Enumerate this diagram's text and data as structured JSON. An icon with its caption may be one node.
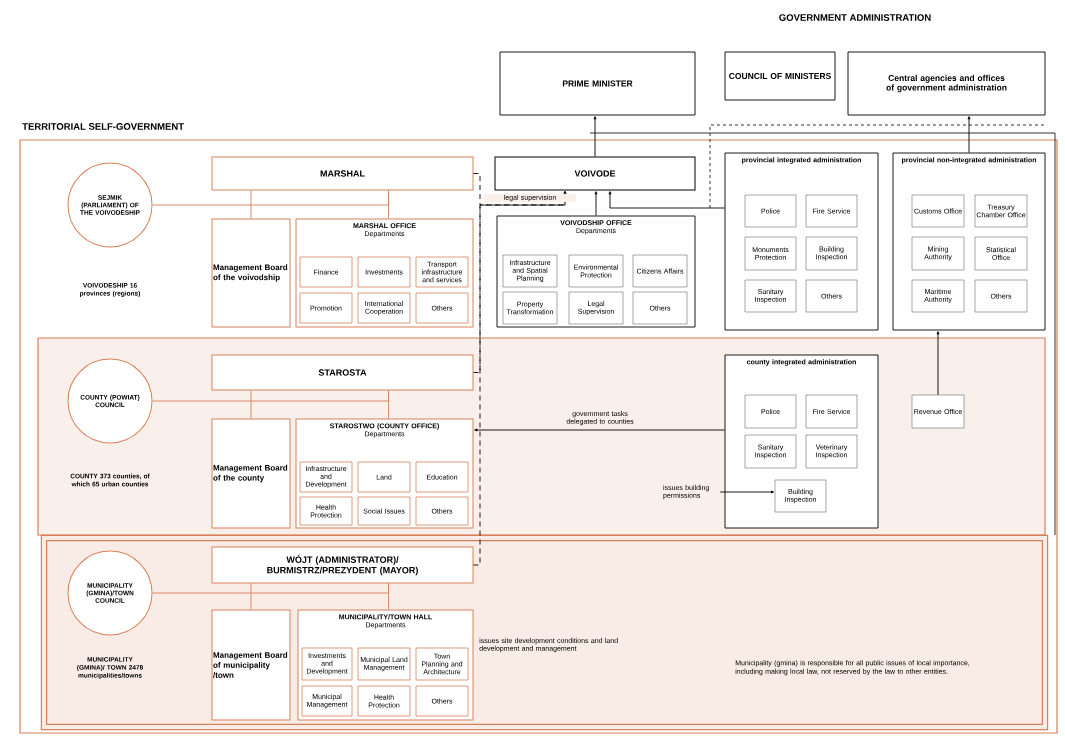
{
  "diagram": {
    "nodes": [
      {
        "text": [
          "TERRITORIAL SELF-GOVERNMENT"
        ]
      },
      {
        "text": [
          "PRIME MINISTER"
        ]
      },
      {
        "text": [
          "COUNCIL OF MINISTERS"
        ]
      },
      {
        "text": [
          "Central agencies and offices of government administration"
        ]
      },
      {
        "text": [
          "SEJMIK (PARLIAMENT) OF THE VOIVODESHIP"
        ],
        "in": 0
      },
      {
        "text": [
          "MARSHAL"
        ],
        "in": 0
      },
      {
        "text": [
          "Management Board of the voivodship"
        ],
        "in": 0
      },
      {
        "text": [
          "MARSHAL OFFICE",
          "Departments"
        ],
        "in": 0
      },
      {
        "text": [
          "Finance"
        ],
        "in": 7
      },
      {
        "text": [
          "Investments"
        ],
        "in": 7
      },
      {
        "text": [
          "Transport infrastructure and services"
        ],
        "in": 7
      },
      {
        "text": [
          "Promotion"
        ],
        "in": 7
      },
      {
        "text": [
          "International Cooperation"
        ],
        "in": 7
      },
      {
        "text": [
          "Others"
        ],
        "in": 7
      },
      {
        "text": [
          "VOIVODE"
        ],
        "in": 0
      },
      {
        "text": [
          "VOIVODSHIP OFFICE",
          "Departments"
        ],
        "in": 0
      },
      {
        "text": [
          "Infrastructure and Spatial Planning"
        ],
        "in": 15
      },
      {
        "text": [
          "Environmental Protection"
        ],
        "in": 15
      },
      {
        "text": [
          "Citizens Affairs"
        ],
        "in": 15
      },
      {
        "text": [
          "Property Transformation"
        ],
        "in": 15
      },
      {
        "text": [
          "Legal Supervision"
        ],
        "in": 15
      },
      {
        "text": [
          "Others"
        ],
        "in": 15
      },
      {
        "text": [
          "provincial integrated administration"
        ],
        "in": 0
      },
      {
        "text": [
          "Police"
        ],
        "in": 22
      },
      {
        "text": [
          "Fire Service"
        ],
        "in": 22
      },
      {
        "text": [
          "Monuments Protection"
        ],
        "in": 22
      },
      {
        "text": [
          "Building Inspection"
        ],
        "in": 22
      },
      {
        "text": [
          "Sanitary Inspection"
        ],
        "in": 22
      },
      {
        "text": [
          "Others"
        ],
        "in": 22
      },
      {
        "text": [
          "provincial non-integrated administration"
        ],
        "in": 0
      },
      {
        "text": [
          "Customs Office"
        ],
        "in": 29
      },
      {
        "text": [
          "Treasury Chamber Office"
        ],
        "in": 29
      },
      {
        "text": [
          "Mining Authority"
        ],
        "in": 29
      },
      {
        "text": [
          "Statistical Office"
        ],
        "in": 29
      },
      {
        "text": [
          "Maritime Authority"
        ],
        "in": 29
      },
      {
        "text": [
          "Others"
        ],
        "in": 29
      },
      {
        "text": [
          "COUNTY 373 counties, of which 65 urban counties"
        ],
        "in": 0
      },
      {
        "text": [
          "COUNTY (POWIAT) COUNCIL"
        ],
        "in": 36
      },
      {
        "text": [
          "STAROSTA"
        ],
        "in": 36
      },
      {
        "text": [
          "Management Board of the county"
        ],
        "in": 36
      },
      {
        "text": [
          "STAROSTWO (COUNTY OFFICE)",
          "Departments"
        ],
        "in": 36
      },
      {
        "text": [
          "Infrastructure and Development"
        ],
        "in": 40
      },
      {
        "text": [
          "Land"
        ],
        "in": 40
      },
      {
        "text": [
          "Education"
        ],
        "in": 40
      },
      {
        "text": [
          "Health Protection"
        ],
        "in": 40
      },
      {
        "text": [
          "Social Issues"
        ],
        "in": 40
      },
      {
        "text": [
          "Others"
        ],
        "in": 40
      },
      {
        "text": [
          "county integrated administration"
        ],
        "in": 36
      },
      {
        "text": [
          "Police"
        ],
        "in": 47
      },
      {
        "text": [
          "Fire Service"
        ],
        "in": 47
      },
      {
        "text": [
          "Sanitary Inspection"
        ],
        "in": 47
      },
      {
        "text": [
          "Veterinary Inspection"
        ],
        "in": 47
      },
      {
        "text": [
          "Building Inspection"
        ],
        "in": 47
      },
      {
        "text": [
          "Revenue Office"
        ],
        "in": 36
      },
      {
        "text": [
          "issues building permissions"
        ],
        "in": 36
      },
      {
        "text": [
          "MUNICIPALITY (GMINA)/ TOWN 2478 municipalities/towns"
        ],
        "in": 0
      },
      {
        "text": [
          "MUNICIPALITY (GMINA)/TOWN COUNCIL"
        ],
        "in": 55
      },
      {
        "text": [
          "WÓJT (ADMINISTRATOR)/ BURMISTRZ/PREZYDENT (MAYOR)"
        ],
        "in": 55
      },
      {
        "text": [
          "Management Board of municipality /town"
        ],
        "in": 55
      },
      {
        "text": [
          "MUNICIPALITY/TOWN HALL",
          "Departments"
        ],
        "in": 55
      },
      {
        "text": [
          "Investments and Development"
        ],
        "in": 59
      },
      {
        "text": [
          "Municipal Land Management"
        ],
        "in": 59
      },
      {
        "text": [
          "Town Planning and Architecture"
        ],
        "in": 59
      },
      {
        "text": [
          "Municipal Management"
        ],
        "in": 59
      },
      {
        "text": [
          "Health Protection"
        ],
        "in": 59
      },
      {
        "text": [
          "Others"
        ],
        "in": 59
      }
    ],
    "edges": [
      {
        "from": 14,
        "to": 1,
        "arrow": "to"
      },
      {
        "from": 29,
        "to": 3,
        "arrow": "to"
      },
      {
        "from": 53,
        "to": 29,
        "arrow": "to"
      },
      {
        "from": 15,
        "to": 14,
        "arrow": "to"
      },
      {
        "from": 22,
        "to": 14,
        "arrow": "to"
      },
      {
        "from": 5,
        "to": 14,
        "arrow": "to",
        "style": "dashed",
        "label": "legal supervision"
      },
      {
        "from": 38,
        "to": 14,
        "arrow": "to",
        "style": "dashed"
      },
      {
        "from": 57,
        "to": 14,
        "arrow": "to",
        "style": "dashed"
      },
      {
        "from": 47,
        "to": 40,
        "arrow": "to",
        "label": "government tasks delegated to counties"
      },
      {
        "from": 54,
        "to": 52,
        "arrow": "to"
      },
      {
        "from": 4,
        "to": 5,
        "arrow": "none",
        "color": "#d9805a"
      },
      {
        "from": 5,
        "to": 6,
        "arrow": "none",
        "color": "#d9805a"
      },
      {
        "from": 5,
        "to": 7,
        "arrow": "none",
        "color": "#d9805a"
      },
      {
        "from": 37,
        "to": 38,
        "arrow": "none",
        "color": "#d9805a"
      },
      {
        "from": 38,
        "to": 39,
        "arrow": "none",
        "color": "#d9805a"
      },
      {
        "from": 38,
        "to": 40,
        "arrow": "none",
        "color": "#d9805a"
      },
      {
        "from": 56,
        "to": 57,
        "arrow": "none",
        "color": "#d9805a"
      },
      {
        "from": 57,
        "to": 58,
        "arrow": "none",
        "color": "#d9805a"
      },
      {
        "from": 57,
        "to": 59,
        "arrow": "none",
        "color": "#d9805a"
      }
    ],
    "labels": [
      "GOVERNMENT ADMINISTRATION",
      "VOIVODESHIP 16 provinces (regions)",
      "issues site development conditions and land development and management",
      "Municipality (gmina) is responsible for all public issues of local importance, including making local law, not reserved by the law to other entities."
    ]
  }
}
